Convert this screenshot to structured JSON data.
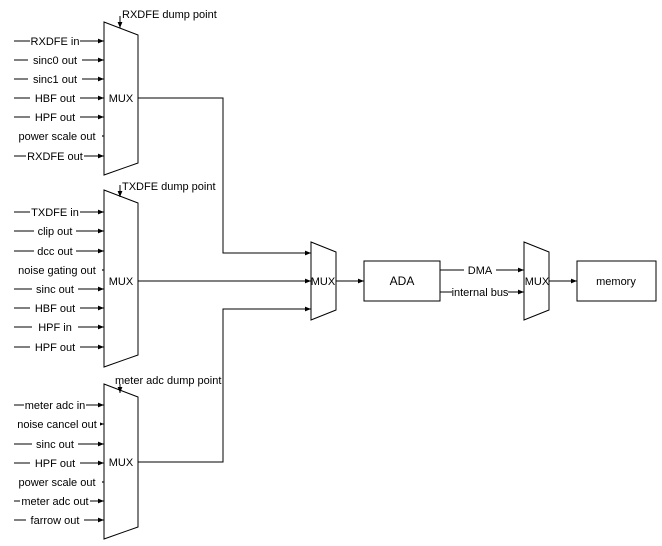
{
  "diagram": {
    "mux_label": "MUX",
    "groups": [
      {
        "dump_label": "RXDFE dump point",
        "inputs": [
          "RXDFE in",
          "sinc0 out",
          "sinc1 out",
          "HBF out",
          "HPF out",
          "power scale out",
          "RXDFE out"
        ]
      },
      {
        "dump_label": "TXDFE dump point",
        "inputs": [
          "TXDFE in",
          "clip out",
          "dcc out",
          "noise gating out",
          "sinc out",
          "HBF out",
          "HPF in",
          "HPF out"
        ]
      },
      {
        "dump_label": "meter adc dump point",
        "inputs": [
          "meter adc in",
          "noise cancel out",
          "sinc out",
          "HPF out",
          "power scale out",
          "meter adc out",
          "farrow out"
        ]
      }
    ],
    "ada_label": "ADA",
    "dma_label": "DMA",
    "bus_label": "internal bus",
    "memory_label": "memory"
  }
}
